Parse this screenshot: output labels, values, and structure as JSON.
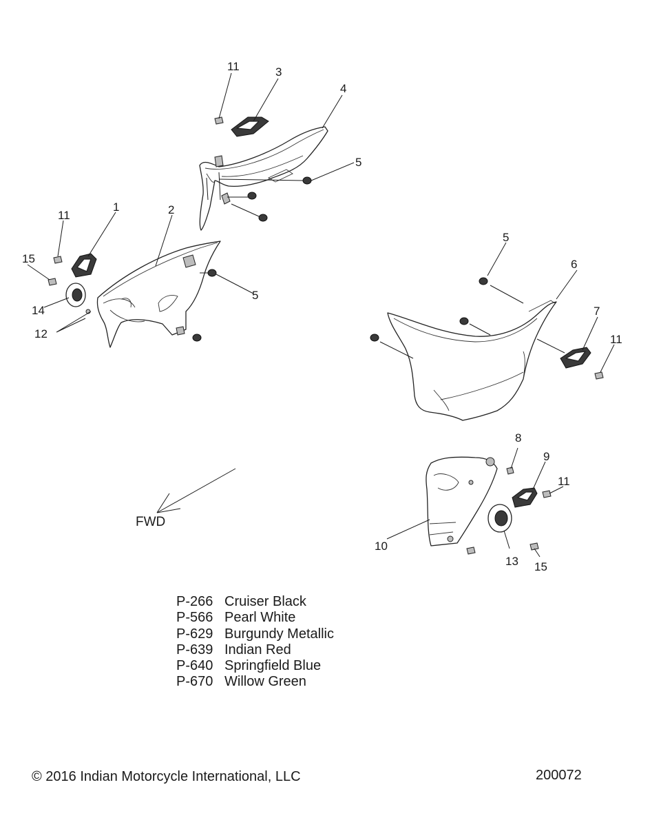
{
  "callouts": {
    "c1": "1",
    "c2": "2",
    "c3": "3",
    "c4": "4",
    "c5a": "5",
    "c5b": "5",
    "c5c": "5",
    "c6": "6",
    "c7": "7",
    "c8": "8",
    "c9": "9",
    "c10": "10",
    "c11a": "11",
    "c11b": "11",
    "c11c": "11",
    "c11d": "11",
    "c12": "12",
    "c13": "13",
    "c14": "14",
    "c15a": "15",
    "c15b": "15"
  },
  "fwd_label": "FWD",
  "paint_codes": [
    {
      "code": "P-266",
      "name": "Cruiser Black"
    },
    {
      "code": "P-566",
      "name": "Pearl White"
    },
    {
      "code": "P-629",
      "name": "Burgundy Metallic"
    },
    {
      "code": "P-639",
      "name": "Indian Red"
    },
    {
      "code": "P-640",
      "name": "Springfield Blue"
    },
    {
      "code": "P-670",
      "name": "Willow Green"
    }
  ],
  "copyright": "© 2016 Indian Motorcycle International, LLC",
  "drawing_number": "200072",
  "colors": {
    "line": "#1a1a1a",
    "background": "#ffffff"
  }
}
